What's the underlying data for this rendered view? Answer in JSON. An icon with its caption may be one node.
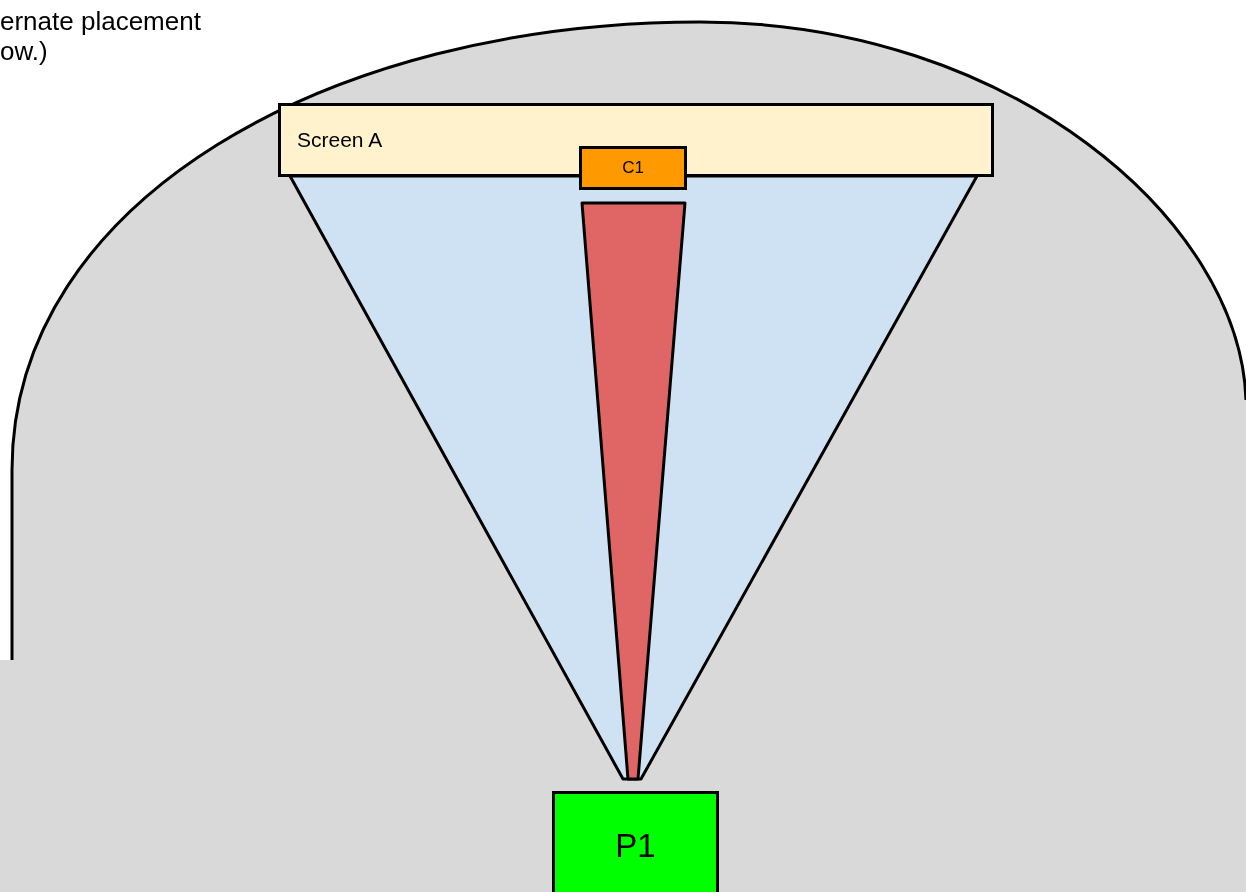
{
  "diagram": {
    "nodes": [
      {
        "text": [
          "Screen A"
        ]
      },
      {
        "text": [
          "C1"
        ]
      },
      {
        "text": [
          "P1"
        ]
      }
    ],
    "labels": [
      "ernate placement",
      "ow.)"
    ]
  }
}
